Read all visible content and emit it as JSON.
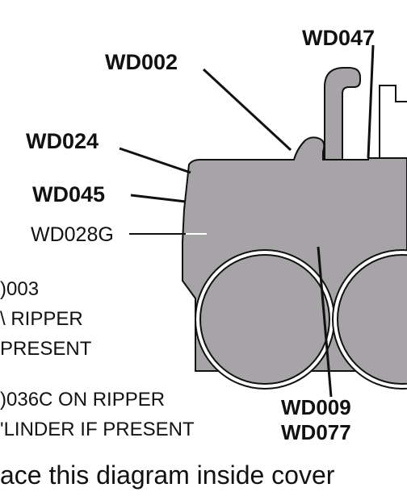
{
  "colors": {
    "machine_fill": "#a6a4a6",
    "outline": "#111111",
    "background": "#ffffff"
  },
  "labels": {
    "wd047": "WD047",
    "wd002": "WD002",
    "wd024": "WD024",
    "wd045": "WD045",
    "wd028g": "WD028G",
    "wd003": ")003",
    "on_ripper_1": "\\ RIPPER",
    "present_1": "PRESENT",
    "wd036c": ")036C  ON RIPPER",
    "cylinder": "'LINDER IF PRESENT",
    "wd009": "WD009",
    "wd077": "WD077"
  },
  "footer": {
    "text": "ace this diagram inside cover"
  }
}
